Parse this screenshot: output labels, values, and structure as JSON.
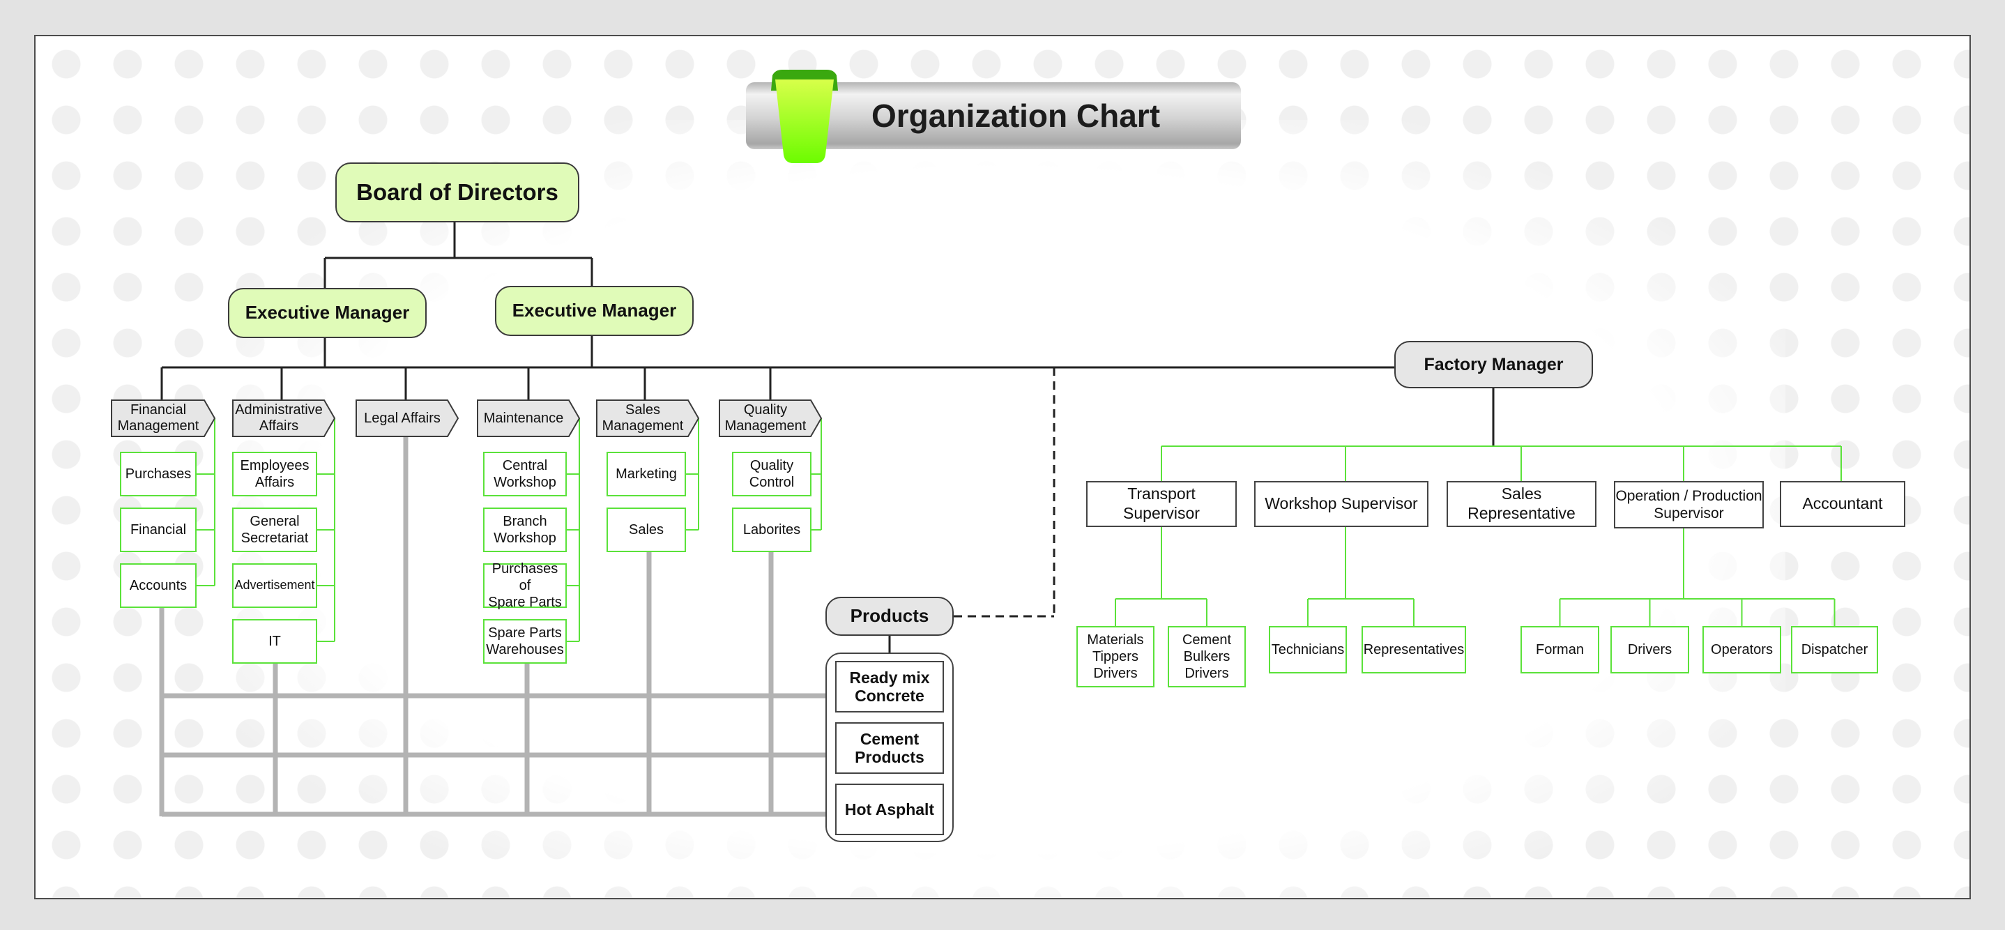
{
  "title": "Organization Chart",
  "colors": {
    "page_background": "#e3e3e3",
    "lime_fill": "#e0fbb8",
    "grey_fill": "#e6e6e6",
    "green_line": "#5be23a",
    "grid_grey": "#b3b3b3",
    "ribbon_green": "#7cfc00"
  },
  "top": {
    "board": "Board of Directors",
    "executives": [
      "Executive Manager",
      "Executive Manager"
    ]
  },
  "departments": [
    {
      "name": "Financial\nManagement",
      "units": [
        "Purchases",
        "Financial",
        "Accounts"
      ]
    },
    {
      "name": "Administrative\nAffairs",
      "units": [
        "Employees\nAffairs",
        "General\nSecretariat",
        "Advertisement",
        "IT"
      ]
    },
    {
      "name": "Legal Affairs",
      "units": []
    },
    {
      "name": "Maintenance",
      "units": [
        "Central\nWorkshop",
        "Branch\nWorkshop",
        "Purchases of\nSpare Parts",
        "Spare Parts\nWarehouses"
      ]
    },
    {
      "name": "Sales\nManagement",
      "units": [
        "Marketing",
        "Sales"
      ]
    },
    {
      "name": "Quality\nManagement",
      "units": [
        "Quality\nControl",
        "Laborites"
      ]
    }
  ],
  "products": {
    "label": "Products",
    "items": [
      "Ready mix\nConcrete",
      "Cement\nProducts",
      "Hot Asphalt"
    ]
  },
  "factory": {
    "manager": "Factory Manager",
    "supervisors": [
      {
        "name": "Transport Supervisor",
        "staff": [
          "Materials\nTippers\nDrivers",
          "Cement\nBulkers\nDrivers"
        ]
      },
      {
        "name": "Workshop Supervisor",
        "staff": [
          "Technicians",
          "Representatives"
        ]
      },
      {
        "name": "Sales Representative",
        "staff": []
      },
      {
        "name": "Operation / Production\nSupervisor",
        "staff": [
          "Forman",
          "Drivers",
          "Operators",
          "Dispatcher"
        ]
      },
      {
        "name": "Accountant",
        "staff": []
      }
    ]
  }
}
